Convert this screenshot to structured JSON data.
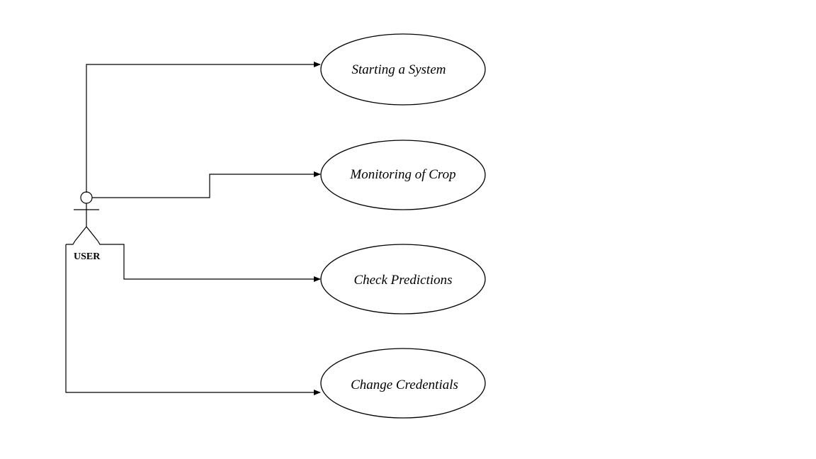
{
  "actor": {
    "label": "USER"
  },
  "use_cases": [
    {
      "label": "Starting a System"
    },
    {
      "label": "Monitoring of Crop"
    },
    {
      "label": "Check Predictions"
    },
    {
      "label": "Change Credentials"
    }
  ]
}
